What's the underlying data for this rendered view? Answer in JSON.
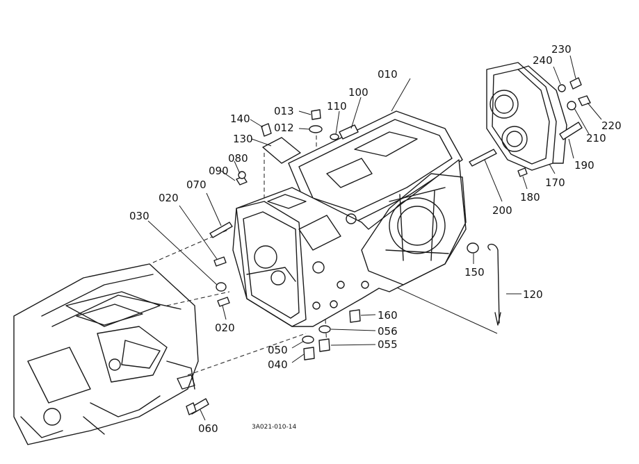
{
  "part_numbers": {
    "p010": "010",
    "p012": "012",
    "p013": "013",
    "p020a": "020",
    "p020b": "020",
    "p030": "030",
    "p040": "040",
    "p050": "050",
    "p055": "055",
    "p056": "056",
    "p060": "060",
    "p070": "070",
    "p080": "080",
    "p090": "090",
    "p100": "100",
    "p110": "110",
    "p120": "120",
    "p130": "130",
    "p140": "140",
    "p150": "150",
    "p160": "160",
    "p170": "170",
    "p180": "180",
    "p190": "190",
    "p200": "200",
    "p210": "210",
    "p220": "220",
    "p230": "230",
    "p240": "240"
  },
  "figure_code": "3A021-010-14"
}
